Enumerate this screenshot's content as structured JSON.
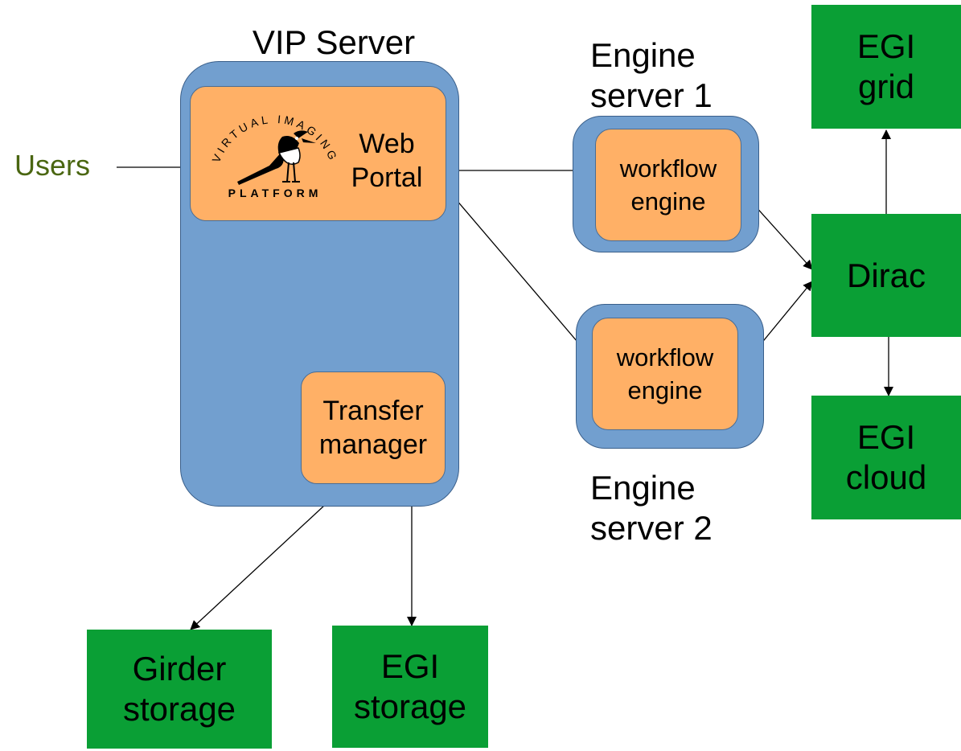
{
  "vip_server": {
    "title": "VIP Server"
  },
  "web_portal": {
    "label": "Web\nPortal",
    "logo": {
      "arc_text": "VIRTUAL IMAGING",
      "bottom_text": "PLATFORM",
      "icon": "magpie-bird-icon"
    }
  },
  "transfer_manager": {
    "label": "Transfer\nmanager"
  },
  "users": {
    "label": "Users",
    "color": "#4a6611"
  },
  "engine_server_1": {
    "title": "Engine\nserver 1",
    "inner_label": "workflow\nengine"
  },
  "engine_server_2": {
    "title": "Engine\nserver 2",
    "inner_label": "workflow\nengine"
  },
  "egi_grid": {
    "label": "EGI\ngrid"
  },
  "dirac": {
    "label": "Dirac"
  },
  "egi_cloud": {
    "label": "EGI\ncloud"
  },
  "girder_storage": {
    "label": "Girder\nstorage"
  },
  "egi_storage": {
    "label": "EGI\nstorage"
  },
  "colors": {
    "server_fill": "#729fcf",
    "component_fill": "#ffb066",
    "external_fill": "#0a9f35",
    "arrow": "#000000"
  }
}
